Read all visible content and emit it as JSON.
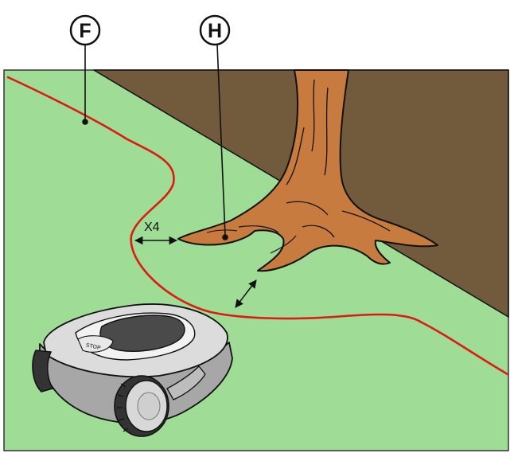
{
  "callouts": {
    "boundary_wire": "F",
    "root_obstacle": "H"
  },
  "dimension": {
    "distance_label": "X4"
  },
  "mower": {
    "stop_button_label": "STOP"
  },
  "colors": {
    "lawn": "#9fdc95",
    "ground_behind": "#725a3c",
    "tree_bark": "#c77b3f",
    "boundary_wire": "#dd1b12",
    "outline": "#111111",
    "mower_body": "#dcdcdc"
  }
}
